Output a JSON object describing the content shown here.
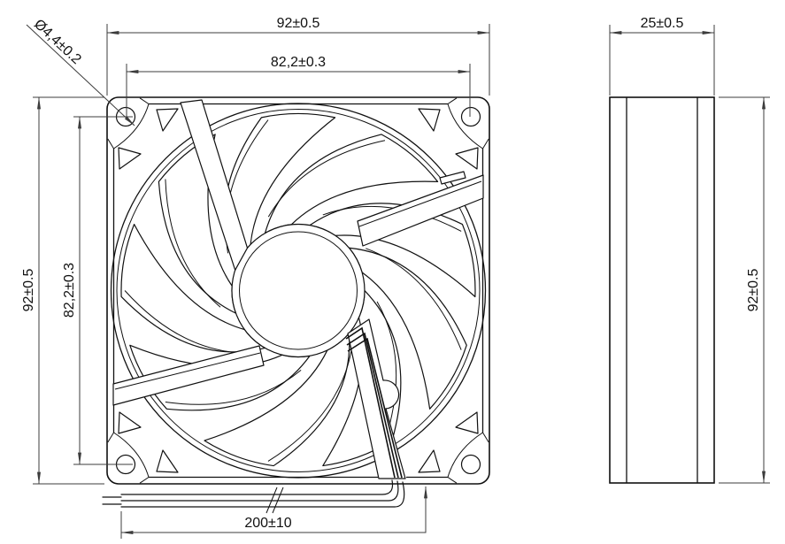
{
  "drawing": {
    "front_view": {
      "dim_width": "92±0.5",
      "dim_hole_spacing_h": "82,2±0.3",
      "dim_hole_dia": "Ø4,4±0.2",
      "dim_height": "92±0.5",
      "dim_hole_spacing_v": "82,2±0.3",
      "dim_lead_length": "200±10"
    },
    "side_view": {
      "dim_depth": "25±0.5",
      "dim_height": "92±0.5"
    },
    "colors": {
      "object_line": "#111111",
      "dimension_line": "#3c3c3c",
      "background": "#ffffff"
    }
  }
}
